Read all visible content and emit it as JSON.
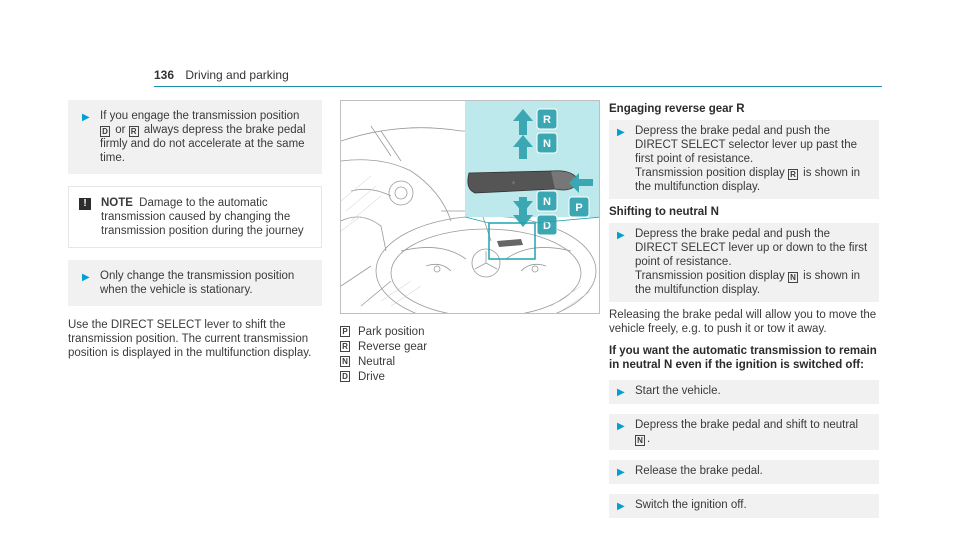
{
  "header": {
    "page_number": "136",
    "section": "Driving and parking"
  },
  "left": {
    "engage_bullet": {
      "text1": "If you engage the transmission position",
      "text2_pre": "",
      "glyph_d": "D",
      "text_or": " or ",
      "glyph_r": "R",
      "text2_post": " always depress the brake pedal firmly and do not accelerate at the same time."
    },
    "note": {
      "label": "NOTE",
      "text": "Damage to the automatic transmission caused by changing the transmission position during the journey"
    },
    "only_bullet": "Only change the transmission position when the vehicle is stationary.",
    "para": "Use the DIRECT SELECT lever to shift the transmission position. The current transmission position is displayed in the multifunction display."
  },
  "figure": {
    "labels": [
      "R",
      "N",
      "N",
      "D",
      "P"
    ],
    "colors": {
      "highlight": "#bde9ec",
      "arrow": "#3ba7b3",
      "box_border": "#1fa3b0"
    }
  },
  "legend": [
    {
      "glyph": "P",
      "text": "Park position"
    },
    {
      "glyph": "R",
      "text": "Reverse gear"
    },
    {
      "glyph": "N",
      "text": "Neutral"
    },
    {
      "glyph": "D",
      "text": "Drive"
    }
  ],
  "right": {
    "heading_reverse": "Engaging reverse gear R",
    "reverse_step": {
      "text1": "Depress the brake pedal and push the DIRECT SELECT selector lever up past the first point of resistance.",
      "text2_pre": "Transmission position display ",
      "glyph": "R",
      "text2_post": " is shown in the multifunction display."
    },
    "heading_neutral": "Shifting to neutral N",
    "neutral_step": {
      "text1": "Depress the brake pedal and push the DIRECT SELECT lever up or down to the first point of resistance.",
      "text2_pre": "Transmission position display ",
      "glyph": "N",
      "text2_post": " is shown in the multifunction display."
    },
    "release_para": "Releasing the brake pedal will allow you to move the vehicle freely, e.g. to push it or tow it away.",
    "bold_para": "If you want the automatic transmission to remain in neutral N even if the ignition is switched off:",
    "steps": [
      "Start the vehicle.",
      "Depress the brake pedal and shift to neutral",
      "Release the brake pedal.",
      "Switch the ignition off."
    ],
    "shift_glyph": "N"
  }
}
